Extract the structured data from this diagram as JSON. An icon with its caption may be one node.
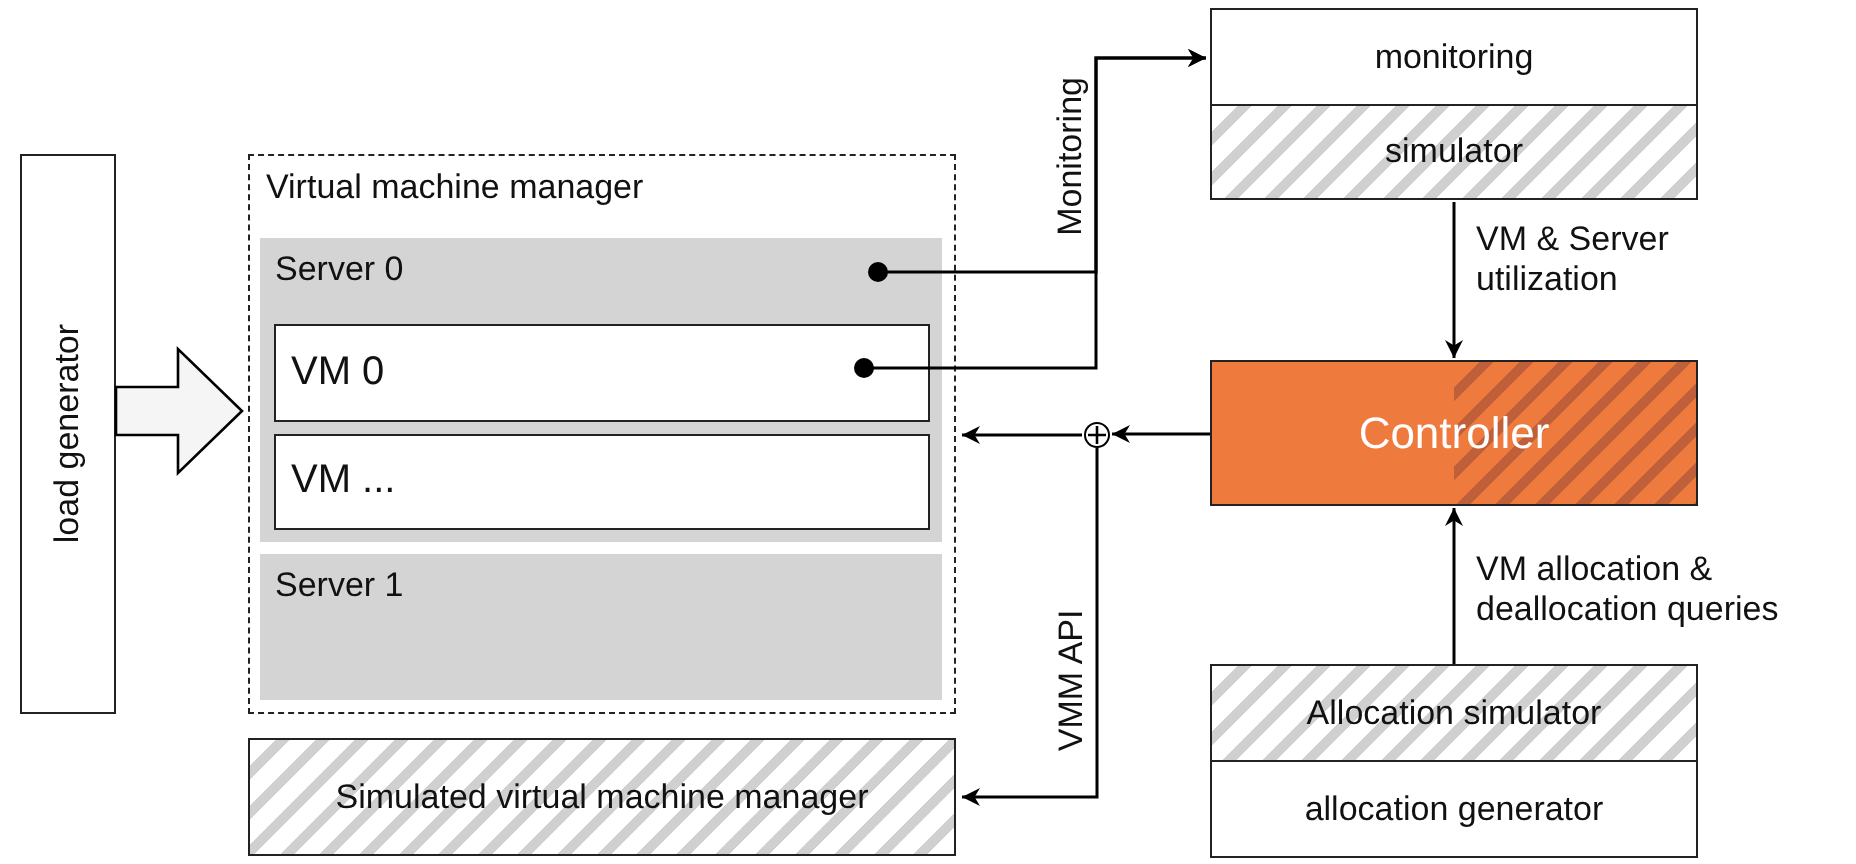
{
  "diagram": {
    "nodes": [
      {
        "text": [
          "load generator"
        ]
      },
      {
        "text": [
          "Virtual machine manager"
        ]
      },
      {
        "text": [
          "Server 0"
        ],
        "in": 1
      },
      {
        "text": [
          "VM 0"
        ],
        "in": 2
      },
      {
        "text": [
          "VM ..."
        ],
        "in": 2
      },
      {
        "text": [
          "Server 1"
        ],
        "in": 1
      },
      {
        "text": [
          "Simulated virtual machine manager"
        ]
      },
      {
        "text": [
          "monitoring"
        ]
      },
      {
        "text": [
          "simulator"
        ]
      },
      {
        "text": [
          "Controller"
        ]
      },
      {
        "text": [
          "Allocation simulator"
        ]
      },
      {
        "text": [
          "allocation generator"
        ]
      },
      {
        "text": [],
        "shape": "circle"
      }
    ],
    "edges": [
      {
        "from": 0,
        "to": 1,
        "arrow": "to",
        "style": "thick"
      },
      {
        "from": 2,
        "to": 7,
        "arrow": "to",
        "label": "Monitoring"
      },
      {
        "from": 3,
        "to": 7,
        "arrow": "to"
      },
      {
        "from": 8,
        "to": 9,
        "arrow": "to",
        "label": "VM & Server utilization"
      },
      {
        "from": 10,
        "to": 9,
        "arrow": "to",
        "label": "VM allocation & deallocation queries"
      },
      {
        "from": 9,
        "to": 12,
        "arrow": "to"
      },
      {
        "from": 12,
        "to": 1,
        "arrow": "to"
      },
      {
        "from": 12,
        "to": 6,
        "arrow": "to",
        "label": "VMM API"
      }
    ]
  }
}
